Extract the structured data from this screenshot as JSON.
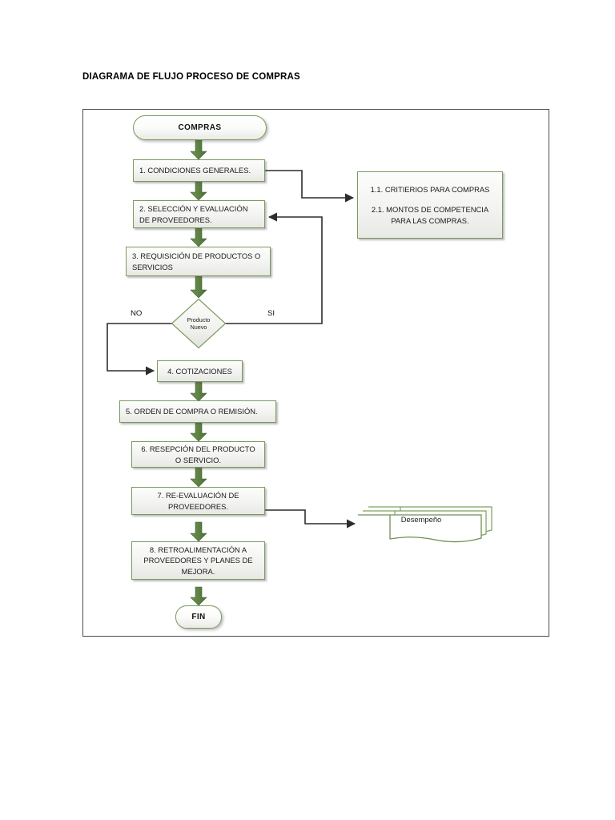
{
  "document": {
    "title": "DIAGRAMA DE FLUJO PROCESO DE COMPRAS"
  },
  "colors": {
    "node_border": "#7a9a5e",
    "node_fill": "#f3f3f1",
    "arrow_green": "#5f8445",
    "connector_line": "#3d3d3d",
    "frame_border": "#4a4a4a"
  },
  "flowchart": {
    "start": {
      "label": "COMPRAS"
    },
    "end": {
      "label": "FIN"
    },
    "decision": {
      "line1": "Producto",
      "line2": "Nuevo",
      "label_no": "NO",
      "label_si": "SI"
    },
    "steps": [
      {
        "id": "step1",
        "label": "1. CONDICIONES GENERALES."
      },
      {
        "id": "step2",
        "label": "2. SELECCIÓN Y EVALUACIÓN DE PROVEEDORES."
      },
      {
        "id": "step3",
        "label": "3. REQUISICIÓN DE PRODUCTOS O SERVICIOS"
      },
      {
        "id": "step4",
        "label": "4. COTIZACIONES"
      },
      {
        "id": "step5",
        "label": "5. ORDEN DE COMPRA O REMISIÓN."
      },
      {
        "id": "step6",
        "label": "6. RESEPCIÓN DEL PRODUCTO O SERVICIO."
      },
      {
        "id": "step7",
        "label": "7. RE-EVALUACIÓN DE PROVEEDORES."
      },
      {
        "id": "step8",
        "label": "8. RETROALIMENTACIÓN A PROVEEDORES Y PLANES DE MEJORA."
      }
    ],
    "criteria_note": {
      "line1": "1.1. CRITIERIOS PARA COMPRAS",
      "line2": "2.1. MONTOS DE COMPETENCIA",
      "line3": "PARA LAS COMPRAS."
    },
    "document_output": {
      "label": "Desempeño"
    }
  }
}
